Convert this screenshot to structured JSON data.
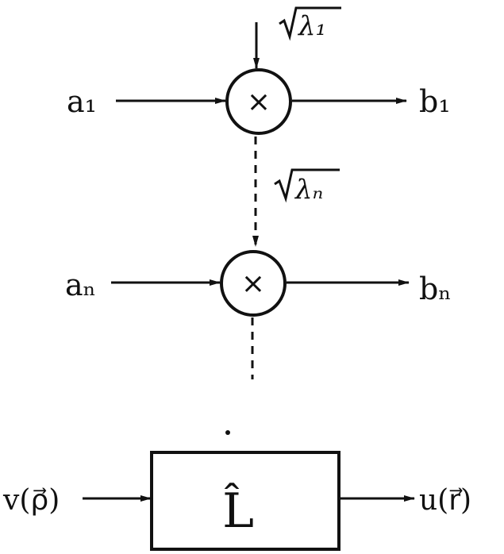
{
  "top_multiplier": {
    "input": "a₁",
    "output": "b₁",
    "gain": "λ₁",
    "op": "×"
  },
  "bottom_multiplier": {
    "input": "aₙ",
    "output": "bₙ",
    "gain": "λₙ",
    "op": "×"
  },
  "operator_block": {
    "input": "v(ρ⃗)",
    "output": "u(r⃗)",
    "operator": "L̂"
  },
  "colors": {
    "ink": "#111111",
    "background": "#ffffff"
  }
}
